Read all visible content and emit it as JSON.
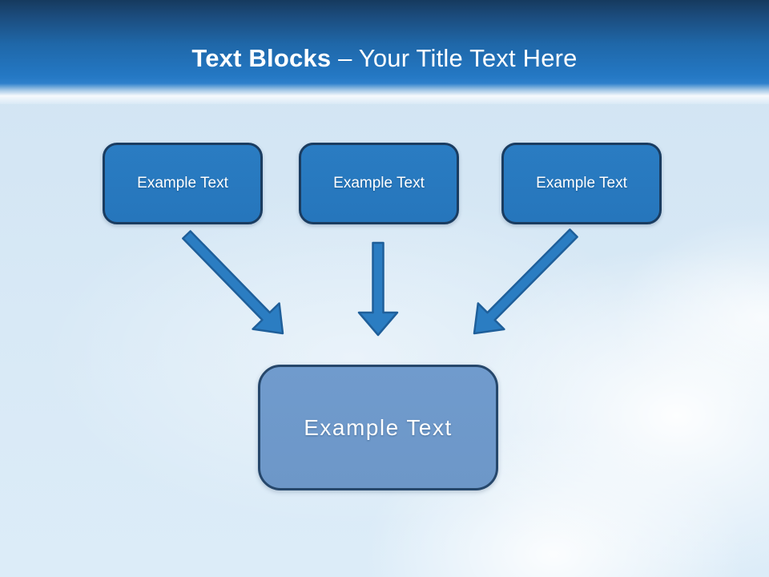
{
  "slide": {
    "title": {
      "bold": "Text Blocks",
      "rest": " – Your Title Text Here"
    },
    "blocks": {
      "top": [
        {
          "label": "Example Text"
        },
        {
          "label": "Example Text"
        },
        {
          "label": "Example Text"
        }
      ],
      "bottom": {
        "label": "Example Text"
      }
    },
    "icons": [
      "arrow-down-right-icon",
      "arrow-down-icon",
      "arrow-down-left-icon"
    ],
    "colors": {
      "header_top": "#163a5e",
      "header_main": "#2478c4",
      "top_block_fill": "#2778bd",
      "top_block_border": "#1a3c60",
      "bottom_block_fill": "#6d97c8",
      "bottom_block_border": "#26476b",
      "arrow_fill": "#2b7dc2",
      "arrow_stroke": "#1f5f9a",
      "background": "#d8e9f6",
      "title_text": "#ffffff"
    }
  }
}
